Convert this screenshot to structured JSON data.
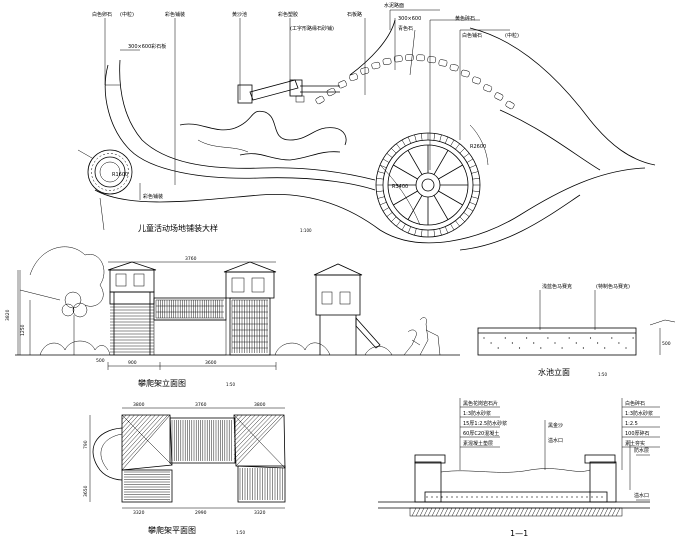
{
  "titles": {
    "paving": "儿童活动场地铺装大样",
    "paving_scale": "1:100",
    "elevation": "攀爬架立面图",
    "elevation_scale": "1:50",
    "plan": "攀爬架平面图",
    "plan_scale": "1:50",
    "pool": "水池立面",
    "pool_scale": "1:50",
    "section": "1—1"
  },
  "paving_labels": {
    "l1": "白色卵石",
    "l1b": "(中粒)",
    "l2": "彩色铺装",
    "l3": "黄沙池",
    "l4": "彩色塑胶",
    "l5": "石板路",
    "l6": "水泥路面",
    "l7": "(工字形路缘石砂铺)",
    "l8": "青色石",
    "l9": "300×600",
    "l10": "黄色碎石",
    "l11": "(中粒)",
    "l12": "白色铺石",
    "l13": "300×600彩石板",
    "l14": "彩色铺装",
    "r1": "R2600",
    "r2": "R3400",
    "r3": "R1600"
  },
  "elevation_dims": {
    "top": "3760",
    "bottom": "3600",
    "left": "3820",
    "left2": "1250",
    "w1": "900",
    "w2": "500"
  },
  "plan_dims": {
    "top1": "3800",
    "top2": "3760",
    "top3": "3800",
    "bot1": "3320",
    "bot2": "2990",
    "bot3": "3320",
    "left1": "790",
    "left2": "3650"
  },
  "pool_labels": {
    "a1": "浅蓝色马赛克",
    "a2": "(特制色马赛克)",
    "h": "500"
  },
  "section_labels": {
    "left": [
      "黑色花岗岩石片",
      "1:3防水砂浆",
      "15厚1:2.5防水砂浆",
      "60厚C20混凝土",
      "素混凝土垫层"
    ],
    "mid": [
      "黑金沙",
      "溢水口"
    ],
    "right": [
      "白色碎石",
      "1:3防水砂浆",
      "1:2.5",
      "100厚碎石",
      "素土夯实"
    ],
    "right_extra": [
      "防水层",
      "溢水口"
    ]
  }
}
